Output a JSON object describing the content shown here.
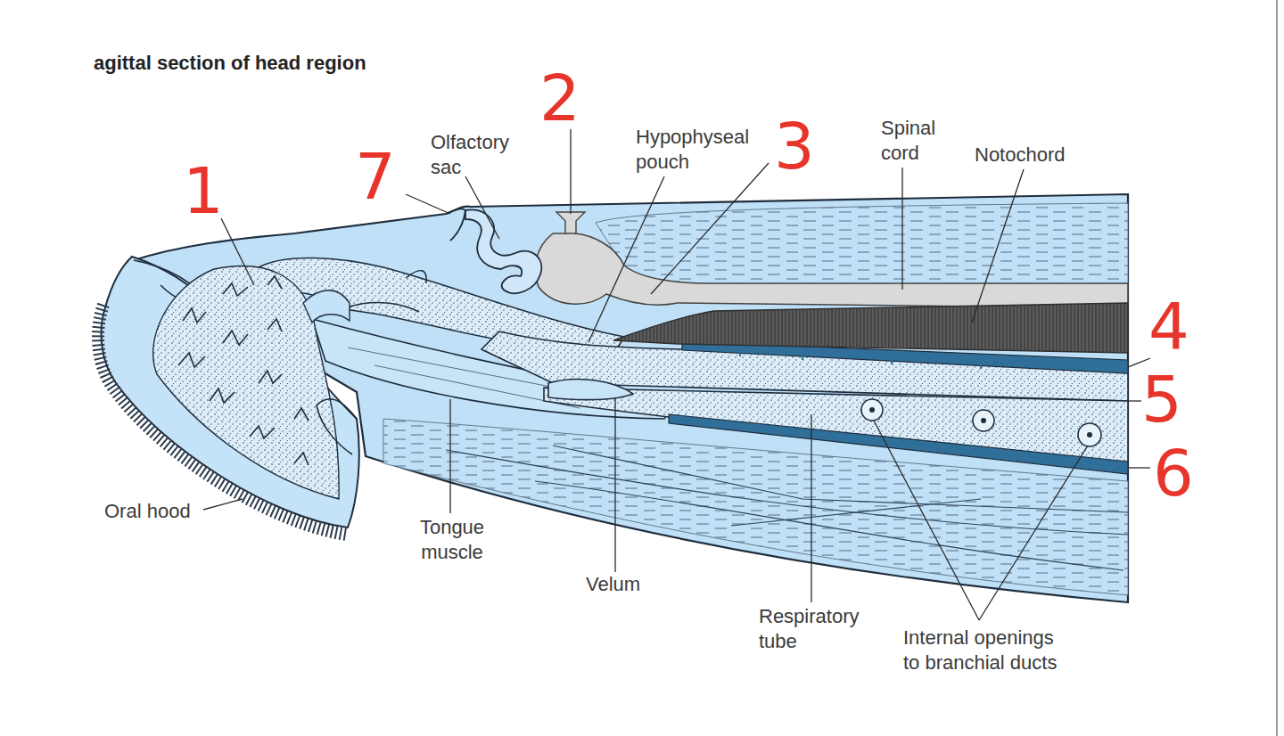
{
  "diagram": {
    "title": "agittal section of head region",
    "labels": [
      "1",
      "7",
      "Olfactory sac",
      "2",
      "Hypophyseal pouch",
      "3",
      "Spinal cord",
      "Notochord",
      "4",
      "5",
      "6",
      "Oral hood",
      "Tongue muscle",
      "Velum",
      "Respiratory tube",
      "Internal openings to branchial ducts"
    ]
  }
}
